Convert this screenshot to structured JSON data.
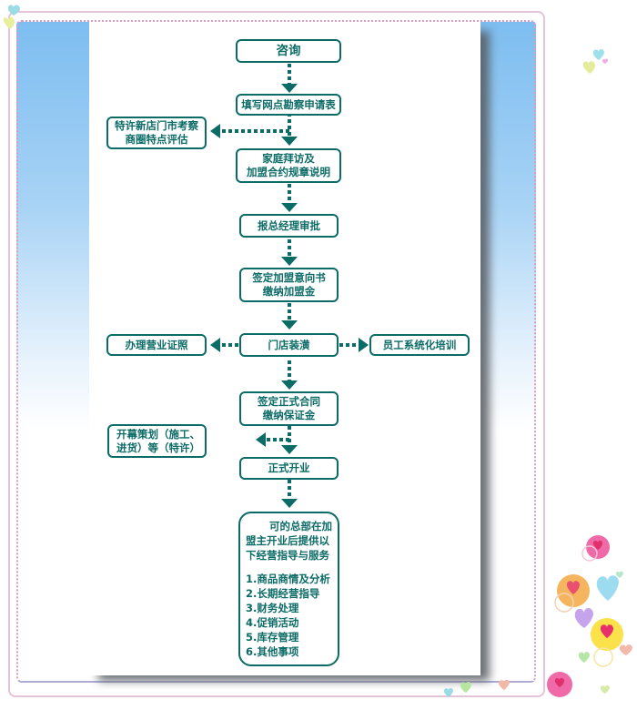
{
  "colors": {
    "flow_line": "#0b6b66",
    "frame_outer": "#e6c3d6",
    "frame_dots": "#dc9bbd",
    "bg_blue": "#7dbdf0"
  },
  "flowchart": {
    "main": [
      {
        "id": "consult",
        "lines": [
          "咨询"
        ]
      },
      {
        "id": "apply",
        "lines": [
          "填写网点勘察申请表"
        ]
      },
      {
        "id": "visit",
        "lines": [
          "家庭拜访及",
          "加盟合约规章说明"
        ]
      },
      {
        "id": "approve",
        "lines": [
          "报总经理审批"
        ]
      },
      {
        "id": "intent",
        "lines": [
          "签定加盟意向书",
          "缴纳加盟金"
        ]
      },
      {
        "id": "renovate",
        "lines": [
          "门店装潢"
        ]
      },
      {
        "id": "contract",
        "lines": [
          "签定正式合同",
          "缴纳保证金"
        ]
      },
      {
        "id": "open",
        "lines": [
          "正式开业"
        ]
      }
    ],
    "side": [
      {
        "id": "evaluate",
        "lines": [
          "特许新店门市考察",
          "商圈特点评估"
        ]
      },
      {
        "id": "license",
        "lines": [
          "办理营业证照"
        ]
      },
      {
        "id": "training",
        "lines": [
          "员工系统化培训"
        ]
      },
      {
        "id": "planning",
        "lines": [
          "开幕策划（施工、",
          "进货）等（特许）"
        ]
      }
    ],
    "final_note": {
      "intro": [
        "可的总部在加",
        "盟主开业后提供以",
        "下经营指导与服务"
      ],
      "items": [
        "1.商品商情及分析",
        "2.长期经营指导",
        "3.财务处理",
        "4.促销活动",
        "5.库存管理",
        "6.其他事项"
      ]
    }
  },
  "decorations": [
    "heart-icon",
    "heart-bubble-icon"
  ]
}
